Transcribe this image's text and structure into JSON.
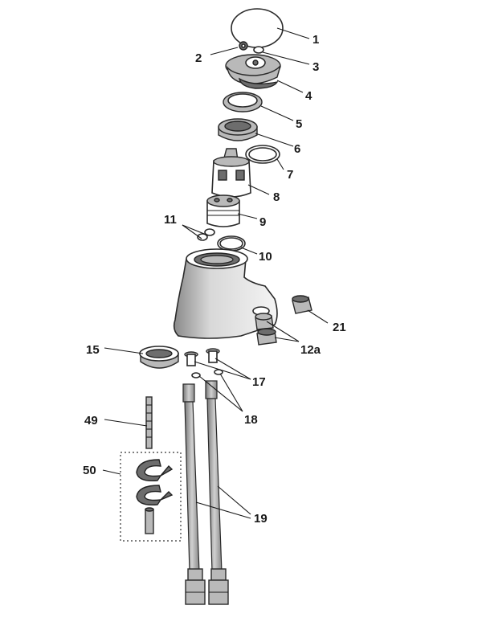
{
  "diagram": {
    "callouts": [
      {
        "id": "1",
        "label": "1"
      },
      {
        "id": "2",
        "label": "2"
      },
      {
        "id": "3",
        "label": "3"
      },
      {
        "id": "4",
        "label": "4"
      },
      {
        "id": "5",
        "label": "5"
      },
      {
        "id": "6",
        "label": "6"
      },
      {
        "id": "7",
        "label": "7"
      },
      {
        "id": "8",
        "label": "8"
      },
      {
        "id": "9",
        "label": "9"
      },
      {
        "id": "10",
        "label": "10"
      },
      {
        "id": "11",
        "label": "11"
      },
      {
        "id": "12a",
        "label": "12a"
      },
      {
        "id": "15",
        "label": "15"
      },
      {
        "id": "17",
        "label": "17"
      },
      {
        "id": "18",
        "label": "18"
      },
      {
        "id": "19",
        "label": "19"
      },
      {
        "id": "21",
        "label": "21"
      },
      {
        "id": "49",
        "label": "49"
      },
      {
        "id": "50",
        "label": "50"
      }
    ]
  }
}
